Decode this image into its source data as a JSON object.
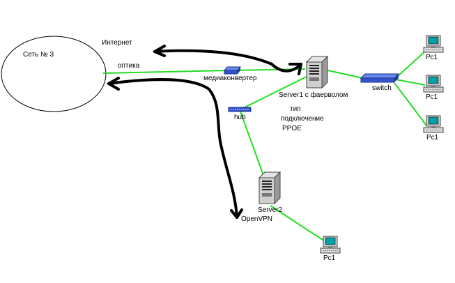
{
  "labels": {
    "network": "Сеть № 3",
    "internet": "Интернет",
    "optics": "оптика",
    "media_converter": "медиаконвертер",
    "hub": "hub",
    "server1": "Server1 с фаерволом",
    "connection_line1": "тип",
    "connection_line2": "подключение",
    "connection_line3": "PPOE",
    "switch": "switch",
    "server2": "Server2",
    "openvpn": "OpenVPN",
    "pc_top": "Pc1",
    "pc_mid": "Pc1",
    "pc_low": "Pc1",
    "pc_bottom": "Pc1"
  },
  "colors": {
    "link": "#22dd22",
    "arrow": "#000000",
    "device_blue": "#3355cc"
  },
  "icons": {
    "server": "server-tower-icon",
    "pc": "desktop-computer-icon",
    "switch": "network-switch-icon",
    "hub": "network-hub-icon",
    "converter": "media-converter-icon"
  }
}
